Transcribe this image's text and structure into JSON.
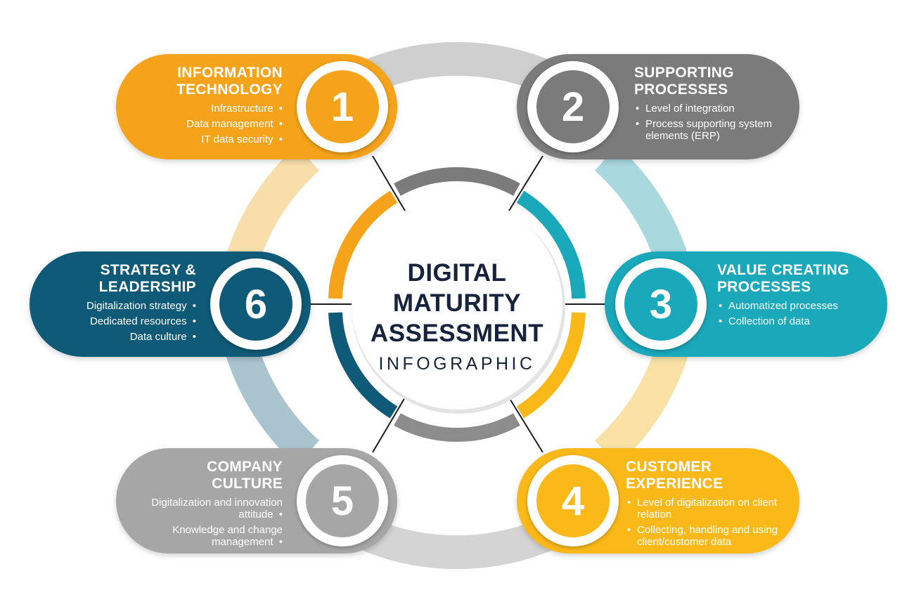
{
  "colors": {
    "orange": "#f5a31a",
    "gray": "#7b7b7b",
    "teal": "#1aa8bb",
    "yellow": "#fbb919",
    "light_gray": "#a6a6a6",
    "navy": "#0f5a77",
    "title": "#17233c"
  },
  "center": {
    "title_lines": [
      "DIGITAL",
      "MATURITY",
      "ASSESSMENT"
    ],
    "subtitle": "INFOGRAPHIC"
  },
  "items": [
    {
      "number": "1",
      "title_lines": [
        "INFORMATION",
        "TECHNOLOGY"
      ],
      "bullets": [
        "Infrastructure",
        "Data management",
        "IT data security"
      ],
      "color": "#f5a31a"
    },
    {
      "number": "2",
      "title_lines": [
        "SUPPORTING",
        "PROCESSES"
      ],
      "bullets": [
        "Level of integration",
        "Process supporting system elements (ERP)"
      ],
      "color": "#7b7b7b"
    },
    {
      "number": "3",
      "title_lines": [
        "VALUE CREATING",
        "PROCESSES"
      ],
      "bullets": [
        "Automatized processes",
        "Collection of data"
      ],
      "color": "#1aa8bb"
    },
    {
      "number": "4",
      "title_lines": [
        "CUSTOMER",
        "EXPERIENCE"
      ],
      "bullets": [
        "Level of digitalization on client relation",
        "Collecting, handling and using client/customer data"
      ],
      "color": "#fbb919"
    },
    {
      "number": "5",
      "title_lines": [
        "COMPANY",
        "CULTURE"
      ],
      "bullets": [
        "Digitalization and innovation attitude",
        "Knowledge and change management"
      ],
      "color": "#a6a6a6"
    },
    {
      "number": "6",
      "title_lines": [
        "STRATEGY &",
        "LEADERSHIP"
      ],
      "bullets": [
        "Digitalization strategy",
        "Dedicated resources",
        "Data culture"
      ],
      "color": "#0f5a77"
    }
  ]
}
